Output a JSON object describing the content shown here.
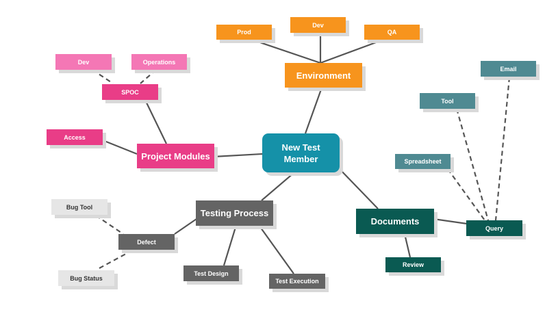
{
  "diagram": {
    "type": "mind-map",
    "root": {
      "id": "root",
      "label": "New Test\nMember"
    },
    "branches": [
      {
        "id": "environment",
        "label": "Environment",
        "color": "#f7941d",
        "children": [
          {
            "id": "env-prod",
            "label": "Prod",
            "link": "solid"
          },
          {
            "id": "env-dev",
            "label": "Dev",
            "link": "solid"
          },
          {
            "id": "env-qa",
            "label": "QA",
            "link": "solid"
          }
        ]
      },
      {
        "id": "project-modules",
        "label": "Project Modules",
        "color": "#e93d87",
        "children": [
          {
            "id": "pm-spoc",
            "label": "SPOC",
            "link": "solid",
            "children": [
              {
                "id": "spoc-dev",
                "label": "Dev",
                "link": "dashed"
              },
              {
                "id": "spoc-operations",
                "label": "Operations",
                "link": "dashed"
              }
            ]
          },
          {
            "id": "pm-access",
            "label": "Access",
            "link": "solid"
          }
        ]
      },
      {
        "id": "testing-process",
        "label": "Testing Process",
        "color": "#646464",
        "children": [
          {
            "id": "tp-defect",
            "label": "Defect",
            "link": "solid",
            "children": [
              {
                "id": "defect-bug-tool",
                "label": "Bug Tool",
                "link": "dashed"
              },
              {
                "id": "defect-bug-status",
                "label": "Bug Status",
                "link": "dashed"
              }
            ]
          },
          {
            "id": "tp-test-design",
            "label": "Test Design",
            "link": "solid"
          },
          {
            "id": "tp-test-execution",
            "label": "Test Execution",
            "link": "solid"
          }
        ]
      },
      {
        "id": "documents",
        "label": "Documents",
        "color": "#0a5a52",
        "children": [
          {
            "id": "doc-query",
            "label": "Query",
            "link": "solid",
            "children": [
              {
                "id": "query-email",
                "label": "Email",
                "link": "dashed"
              },
              {
                "id": "query-tool",
                "label": "Tool",
                "link": "dashed"
              },
              {
                "id": "query-spreadsheet",
                "label": "Spreadsheet",
                "link": "dashed"
              }
            ]
          },
          {
            "id": "doc-review",
            "label": "Review",
            "link": "solid"
          }
        ]
      }
    ]
  },
  "labels": {
    "root": "New Test Member",
    "environment": "Environment",
    "prod": "Prod",
    "env_dev": "Dev",
    "qa": "QA",
    "project_modules": "Project Modules",
    "spoc": "SPOC",
    "spoc_dev": "Dev",
    "operations": "Operations",
    "access": "Access",
    "testing_process": "Testing Process",
    "defect": "Defect",
    "bug_tool": "Bug Tool",
    "bug_status": "Bug Status",
    "test_design": "Test Design",
    "test_execution": "Test Execution",
    "documents": "Documents",
    "query": "Query",
    "email": "Email",
    "tool": "Tool",
    "spreadsheet": "Spreadsheet",
    "review": "Review"
  }
}
